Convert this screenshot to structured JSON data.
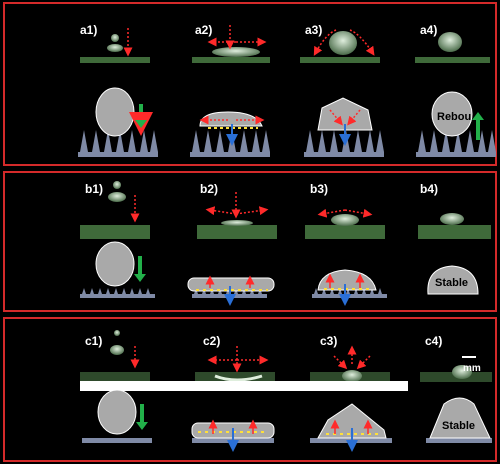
{
  "panels": {
    "a": [
      "a1)",
      "a2)",
      "a3)",
      "a4)"
    ],
    "b": [
      "b1)",
      "b2)",
      "b3)",
      "b4)"
    ],
    "c": [
      "c1)",
      "c2)",
      "c3)",
      "c4)"
    ]
  },
  "states": {
    "rebound": "Rebou",
    "stable_b": "Stable",
    "stable_c": "Stable"
  },
  "scale_unit": "mm",
  "colors": {
    "frame": "#d42a2a",
    "drop": "#a9a9a9",
    "substrate": "#7f8aa6",
    "photo_surface": "#3f6a3a",
    "green_arrow": "#22b04a",
    "red_arrow": "#ff2a2a",
    "blue_arrow": "#2a6fd6",
    "yellow_dot": "#ffe03a"
  }
}
